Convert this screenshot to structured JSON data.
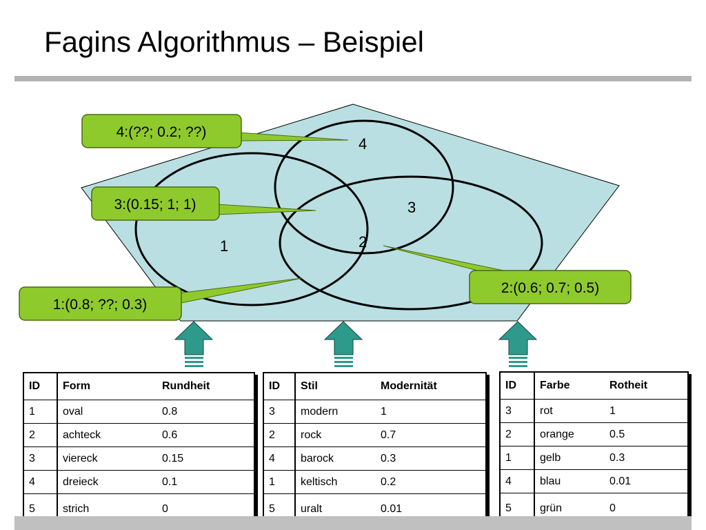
{
  "slide": {
    "title": "Fagins Algorithmus – Beispiel"
  },
  "diagram": {
    "region_labels": [
      "4",
      "3",
      "1",
      "2"
    ],
    "callouts": [
      "4:(??; 0.2; ??)",
      "3:(0.15; 1; 1)",
      "1:(0.8; ??; 0.3)",
      "2:(0.6; 0.7; 0.5)"
    ],
    "colors": {
      "pentagon_fill": "#b9dfe2",
      "callout_fill": "#8fca2c",
      "arrow_fill": "#2e9a8c"
    }
  },
  "tables": [
    {
      "headers": [
        "ID",
        "Form",
        "Rundheit"
      ],
      "rows": [
        [
          "1",
          "oval",
          "0.8"
        ],
        [
          "2",
          "achteck",
          "0.6"
        ],
        [
          "3",
          "viereck",
          "0.15"
        ],
        [
          "4",
          "dreieck",
          "0.1"
        ],
        [
          "5",
          "strich",
          "0"
        ]
      ]
    },
    {
      "headers": [
        "ID",
        "Stil",
        "Modernität"
      ],
      "rows": [
        [
          "3",
          "modern",
          "1"
        ],
        [
          "2",
          "rock",
          "0.7"
        ],
        [
          "4",
          "barock",
          "0.3"
        ],
        [
          "1",
          "keltisch",
          "0.2"
        ],
        [
          "5",
          "uralt",
          "0.01"
        ]
      ]
    },
    {
      "headers": [
        "ID",
        "Farbe",
        "Rotheit"
      ],
      "rows": [
        [
          "3",
          "rot",
          "1"
        ],
        [
          "2",
          "orange",
          "0.5"
        ],
        [
          "1",
          "gelb",
          "0.3"
        ],
        [
          "4",
          "blau",
          "0.01"
        ],
        [
          "5",
          "grün",
          "0"
        ]
      ]
    }
  ]
}
